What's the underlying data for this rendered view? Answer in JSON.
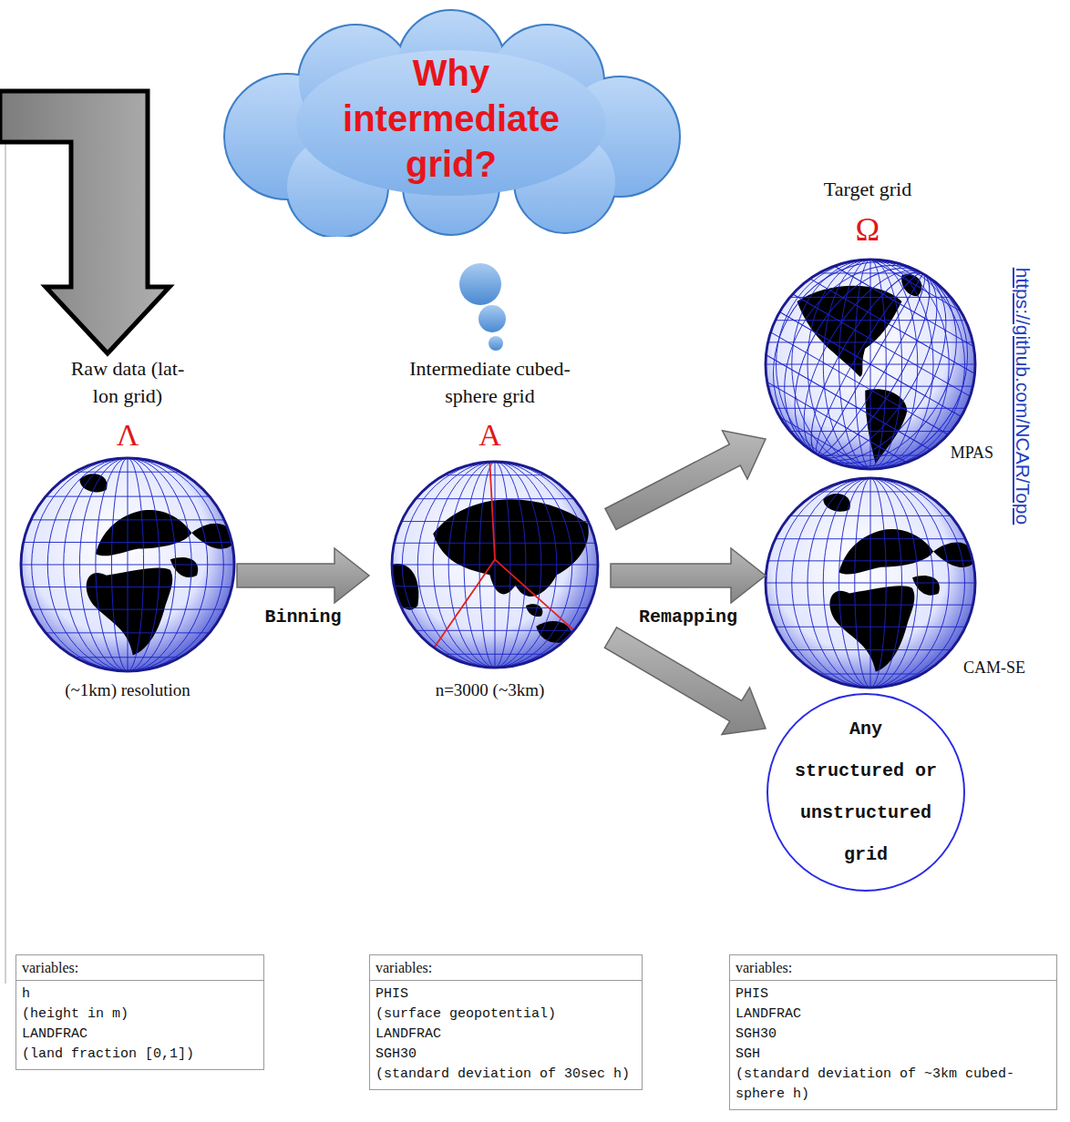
{
  "diagram": {
    "nodes": [
      {
        "text": [
          "Why intermediate grid?"
        ]
      },
      {
        "text": [
          "Raw data (lat-lon grid)",
          "Λ",
          "(~1km) resolution"
        ]
      },
      {
        "text": [
          "Intermediate cubed-sphere grid",
          "A",
          "n=3000 (~3km)"
        ]
      },
      {
        "text": [
          "MPAS"
        ]
      },
      {
        "text": [
          "CAM-SE"
        ]
      },
      {
        "text": [
          "Any structured or unstructured grid"
        ]
      },
      {
        "text": [
          "variables:",
          "h",
          "(height in m)",
          "LANDFRAC",
          "(land fraction [0,1])"
        ]
      },
      {
        "text": [
          "variables:",
          "PHIS",
          "(surface geopotential)",
          "LANDFRAC",
          "SGH30",
          "(standard deviation of 30sec h)"
        ]
      },
      {
        "text": [
          "variables:",
          "PHIS",
          "LANDFRAC",
          "SGH30",
          "SGH",
          "(standard deviation of ~3km cubed-sphere h)"
        ]
      }
    ],
    "edges": [
      {
        "from": 1,
        "to": 2,
        "arrow": "to",
        "label": "Binning"
      },
      {
        "from": 2,
        "to": 3,
        "arrow": "to"
      },
      {
        "from": 2,
        "to": 4,
        "arrow": "to",
        "label": "Remapping"
      },
      {
        "from": 2,
        "to": 5,
        "arrow": "to"
      }
    ],
    "labels": [
      "Target grid",
      "Ω",
      "https://github.com/NCAR/Topo"
    ]
  }
}
